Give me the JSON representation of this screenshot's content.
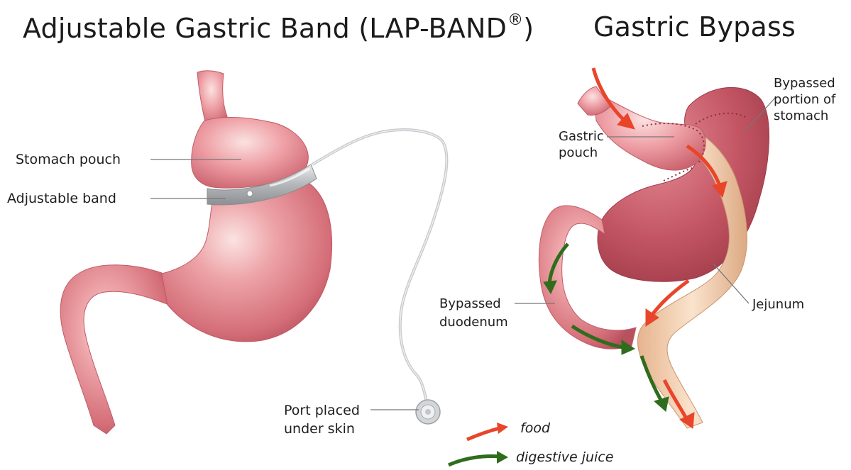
{
  "titles": {
    "left_prefix": "Adjustable Gastric Band (LAP-BAND",
    "left_mark": "®",
    "left_suffix": ")",
    "right": "Gastric Bypass"
  },
  "labels": {
    "stomach_pouch": "Stomach pouch",
    "adjustable_band": "Adjustable band",
    "port_line1": "Port placed",
    "port_line2": "under skin",
    "gastric_pouch_line1": "Gastric",
    "gastric_pouch_line2": "pouch",
    "bypassed_stomach_line1": "Bypassed",
    "bypassed_stomach_line2": "portion of",
    "bypassed_stomach_line3": "stomach",
    "bypassed_duodenum_line1": "Bypassed",
    "bypassed_duodenum_line2": "duodenum",
    "jejunum": "Jejunum"
  },
  "legend": {
    "food": "food",
    "digestive_juice": "digestive juice"
  },
  "colors": {
    "stomach": "#d9737c",
    "stomach_dark": "#b8515e",
    "jejunum": "#f0c9a8",
    "band": "#b9bcbf",
    "food_arrow": "#e8452a",
    "juice_arrow": "#2f6d1d",
    "leader_line": "#777777"
  }
}
